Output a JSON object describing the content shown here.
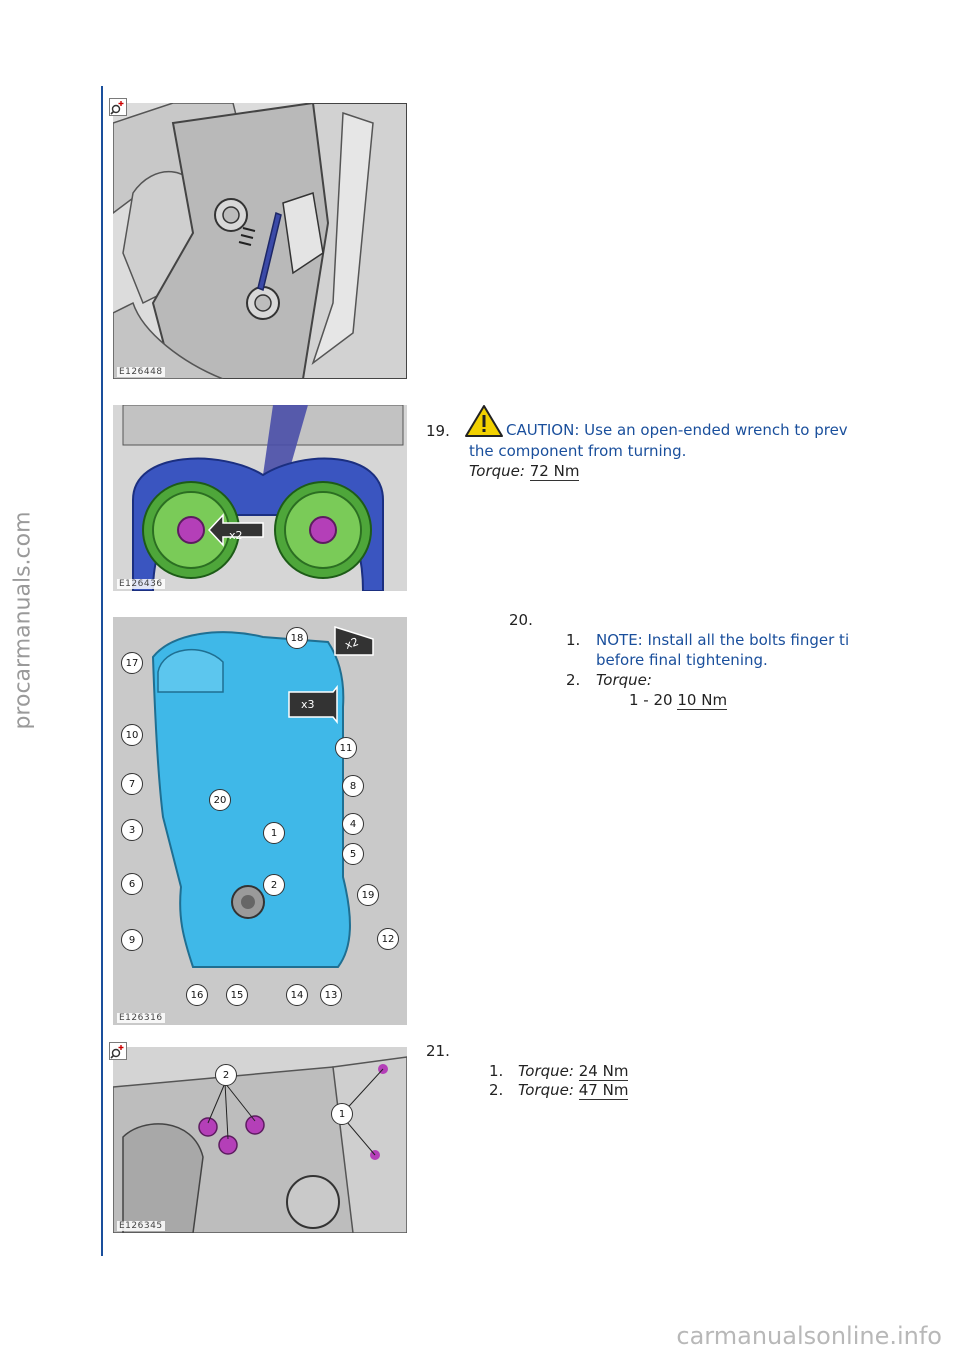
{
  "watermarks": {
    "side": "procarmanuals.com",
    "bottom": "carmanualsonline.info"
  },
  "figures": [
    {
      "id": "fig1",
      "label": "E126448"
    },
    {
      "id": "fig2",
      "label": "E126436"
    },
    {
      "id": "fig3",
      "label": "E126316"
    },
    {
      "id": "fig4",
      "label": "E126345"
    }
  ],
  "callouts": {
    "fig2_badge": "x2",
    "fig3_badges": [
      "x2",
      "x3"
    ],
    "fig3_numbers": [
      "1",
      "2",
      "3",
      "4",
      "5",
      "6",
      "7",
      "8",
      "9",
      "10",
      "11",
      "12",
      "13",
      "14",
      "15",
      "16",
      "17",
      "18",
      "19",
      "20"
    ],
    "fig4_numbers": [
      "1",
      "2"
    ]
  },
  "steps": {
    "s19": {
      "num": "19.",
      "caution_line1": "CAUTION: Use an open-ended wrench to prev",
      "caution_line2": "the component from turning.",
      "torque_label": "Torque:",
      "torque_value": "72 Nm"
    },
    "s20": {
      "num": "20.",
      "item1_num": "1.",
      "note_line1": "NOTE: Install all the bolts finger ti",
      "note_line2": "before final tightening.",
      "item2_num": "2.",
      "torque_label": "Torque:",
      "range": "1 - 20",
      "value": "10 Nm"
    },
    "s21": {
      "num": "21.",
      "item1_num": "1.",
      "item1_label": "Torque:",
      "item1_value": "24 Nm",
      "item2_num": "2.",
      "item2_label": "Torque:",
      "item2_value": "47 Nm"
    }
  }
}
